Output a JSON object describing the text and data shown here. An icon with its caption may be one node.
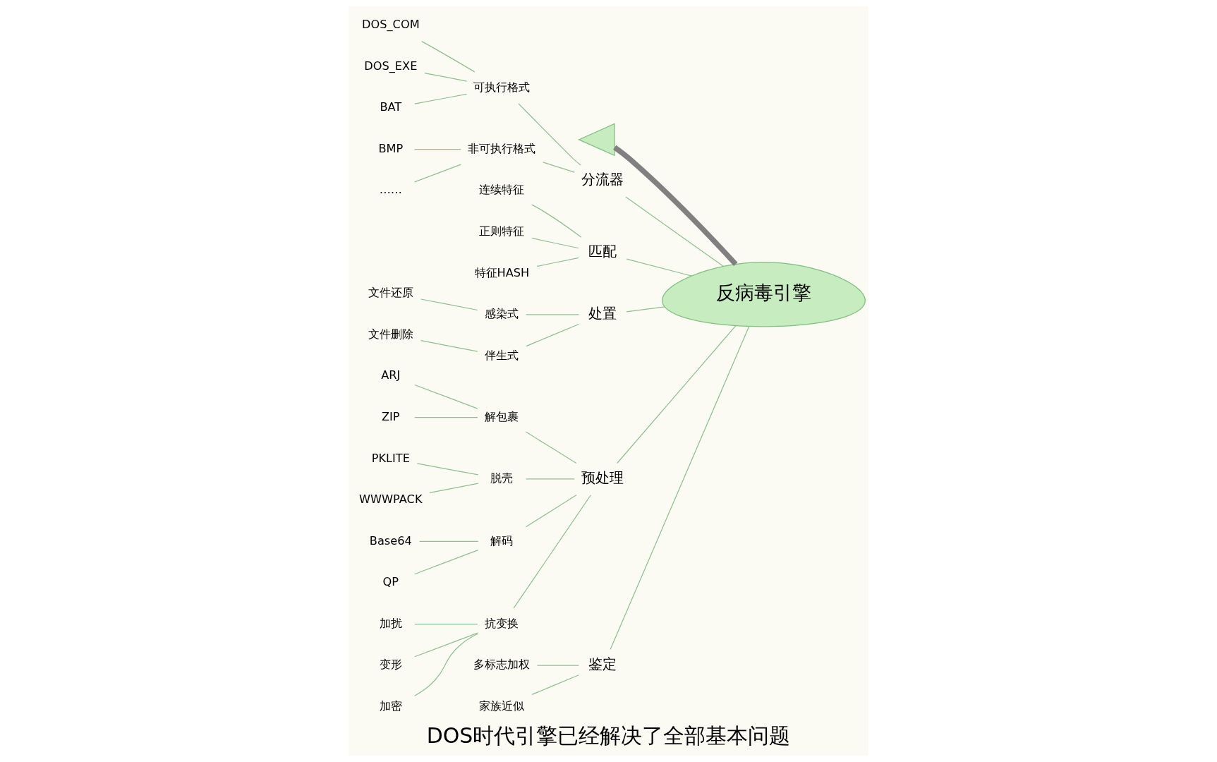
{
  "diagram": {
    "caption": "DOS时代引擎已经解决了全部基本问题",
    "nodes": [
      {
        "text": [
          "反病毒引擎"
        ]
      },
      {
        "text": [],
        "shape": "triangle"
      },
      {
        "text": [
          "分流器"
        ]
      },
      {
        "text": [
          "可执行格式"
        ]
      },
      {
        "text": [
          "DOS_COM"
        ]
      },
      {
        "text": [
          "DOS_EXE"
        ]
      },
      {
        "text": [
          "BAT"
        ]
      },
      {
        "text": [
          "非可执行格式"
        ]
      },
      {
        "text": [
          "BMP"
        ]
      },
      {
        "text": [
          "……"
        ]
      },
      {
        "text": [
          "匹配"
        ]
      },
      {
        "text": [
          "连续特征"
        ]
      },
      {
        "text": [
          "正则特征"
        ]
      },
      {
        "text": [
          "特征HASH"
        ]
      },
      {
        "text": [
          "处置"
        ]
      },
      {
        "text": [
          "感染式"
        ]
      },
      {
        "text": [
          "文件还原"
        ]
      },
      {
        "text": [
          "伴生式"
        ]
      },
      {
        "text": [
          "文件删除"
        ]
      },
      {
        "text": [
          "预处理"
        ]
      },
      {
        "text": [
          "解包裹"
        ]
      },
      {
        "text": [
          "ARJ"
        ]
      },
      {
        "text": [
          "ZIP"
        ]
      },
      {
        "text": [
          "脱壳"
        ]
      },
      {
        "text": [
          "PKLITE"
        ]
      },
      {
        "text": [
          "WWWPACK"
        ]
      },
      {
        "text": [
          "解码"
        ]
      },
      {
        "text": [
          "Base64"
        ]
      },
      {
        "text": [
          "QP"
        ]
      },
      {
        "text": [
          "抗变换"
        ]
      },
      {
        "text": [
          "加扰"
        ]
      },
      {
        "text": [
          "变形"
        ]
      },
      {
        "text": [
          "加密"
        ]
      },
      {
        "text": [
          "鉴定"
        ]
      },
      {
        "text": [
          "多标志加权"
        ]
      },
      {
        "text": [
          "家族近似"
        ]
      }
    ],
    "edges": [
      {
        "from": 1,
        "to": 0,
        "arrow": "none",
        "style": "thick",
        "color": "#808080"
      },
      {
        "from": 2,
        "to": 0,
        "arrow": "none"
      },
      {
        "from": 3,
        "to": 2,
        "arrow": "none"
      },
      {
        "from": 4,
        "to": 3,
        "arrow": "none"
      },
      {
        "from": 5,
        "to": 3,
        "arrow": "none"
      },
      {
        "from": 6,
        "to": 3,
        "arrow": "none"
      },
      {
        "from": 7,
        "to": 2,
        "arrow": "none"
      },
      {
        "from": 8,
        "to": 7,
        "arrow": "none"
      },
      {
        "from": 9,
        "to": 7,
        "arrow": "none"
      },
      {
        "from": 10,
        "to": 0,
        "arrow": "none"
      },
      {
        "from": 11,
        "to": 10,
        "arrow": "none"
      },
      {
        "from": 12,
        "to": 10,
        "arrow": "none"
      },
      {
        "from": 13,
        "to": 10,
        "arrow": "none"
      },
      {
        "from": 14,
        "to": 0,
        "arrow": "none"
      },
      {
        "from": 15,
        "to": 14,
        "arrow": "none"
      },
      {
        "from": 16,
        "to": 15,
        "arrow": "none"
      },
      {
        "from": 17,
        "to": 14,
        "arrow": "none"
      },
      {
        "from": 18,
        "to": 17,
        "arrow": "none"
      },
      {
        "from": 19,
        "to": 0,
        "arrow": "none"
      },
      {
        "from": 20,
        "to": 19,
        "arrow": "none"
      },
      {
        "from": 21,
        "to": 20,
        "arrow": "none"
      },
      {
        "from": 22,
        "to": 20,
        "arrow": "none"
      },
      {
        "from": 23,
        "to": 19,
        "arrow": "none"
      },
      {
        "from": 24,
        "to": 23,
        "arrow": "none"
      },
      {
        "from": 25,
        "to": 23,
        "arrow": "none"
      },
      {
        "from": 26,
        "to": 19,
        "arrow": "none"
      },
      {
        "from": 27,
        "to": 26,
        "arrow": "none"
      },
      {
        "from": 28,
        "to": 26,
        "arrow": "none"
      },
      {
        "from": 29,
        "to": 19,
        "arrow": "none"
      },
      {
        "from": 30,
        "to": 29,
        "arrow": "none"
      },
      {
        "from": 31,
        "to": 29,
        "arrow": "none"
      },
      {
        "from": 32,
        "to": 29,
        "arrow": "none"
      },
      {
        "from": 33,
        "to": 0,
        "arrow": "none"
      },
      {
        "from": 34,
        "to": 33,
        "arrow": "none"
      },
      {
        "from": 35,
        "to": 33,
        "arrow": "none"
      }
    ]
  }
}
